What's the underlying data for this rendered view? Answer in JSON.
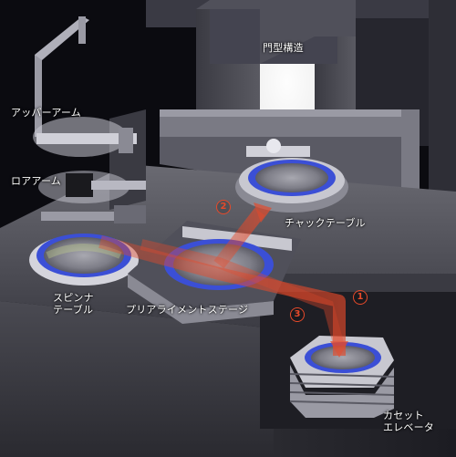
{
  "labels": {
    "gantry": "門型構造",
    "upper_arm": "アッパーアーム",
    "lower_arm": "ロアアーム",
    "chuck_table": "チャックテーブル",
    "spinner_table": "スピンナ\nテーブル",
    "prealignment_stage": "プリアライメントステージ",
    "cassette_elevator": "カセット\nエレベータ"
  },
  "steps": {
    "step1": "1",
    "step2": "2",
    "step3": "3"
  },
  "colors": {
    "background": "#0b0b10",
    "flow_arrow": "#e64a2a",
    "wafer_ring": "#3b4fd6",
    "machine_body": "#4a4a52"
  }
}
